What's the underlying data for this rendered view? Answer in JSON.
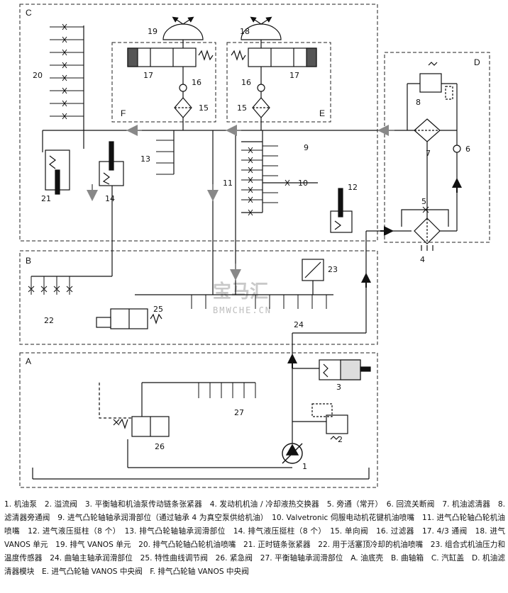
{
  "areas": {
    "A": "A",
    "B": "B",
    "C": "C",
    "D": "D",
    "E": "E",
    "F": "F"
  },
  "components": {
    "c1": "1",
    "c2": "2",
    "c3": "3",
    "c4": "4",
    "c5": "5",
    "c6": "6",
    "c7": "7",
    "c8": "8",
    "c9": "9",
    "c10": "10",
    "c11": "11",
    "c12": "12",
    "c13": "13",
    "c14": "14",
    "c15": "15",
    "c16": "16",
    "c17": "17",
    "c18": "18",
    "c19": "19",
    "c20": "20",
    "c21": "21",
    "c22": "22",
    "c23": "23",
    "c24": "24",
    "c25": "25",
    "c26": "26",
    "c27": "27"
  },
  "watermark": {
    "chinese": "宝马汇",
    "latin": "BMWCHE.CN"
  },
  "caption": "1. 机油泵　2. 溢流阀　3. 平衡轴和机油泵传动链条张紧器　4. 发动机机油 / 冷却液热交换器　5. 旁通（常开）　6. 回流关断阀　7. 机油滤清器　8. 滤清器旁通阀　9. 进气凸轮轴轴承润滑部位（通过轴承 4 为真空泵供给机油）　10. Valvetronic 伺服电动机花键机油喷嘴　11. 进气凸轮轴凸轮机油喷嘴　12. 进气液压挺柱（8 个）　13. 排气凸轮轴轴承润滑部位　14. 排气液压挺柱（8 个）　15. 单向阀　16. 过滤器　17. 4/3 通阀　18. 进气 VANOS 单元　19. 排气 VANOS 单元　20. 排气凸轮轴凸轮机油喷嘴　21. 正时链条张紧器　22. 用于活塞顶冷却的机油喷嘴　23. 组合式机油压力和温度传感器　24. 曲轴主轴承润滑部位　25. 特性曲线调节阀　26. 紧急阀　27. 平衡轴轴承润滑部位　A. 油底壳　B. 曲轴箱　C. 汽缸盖　D. 机油滤清器模块　E. 进气凸轮轴 VANOS 中央阀　F. 排气凸轮轴 VANOS 中央阀"
}
